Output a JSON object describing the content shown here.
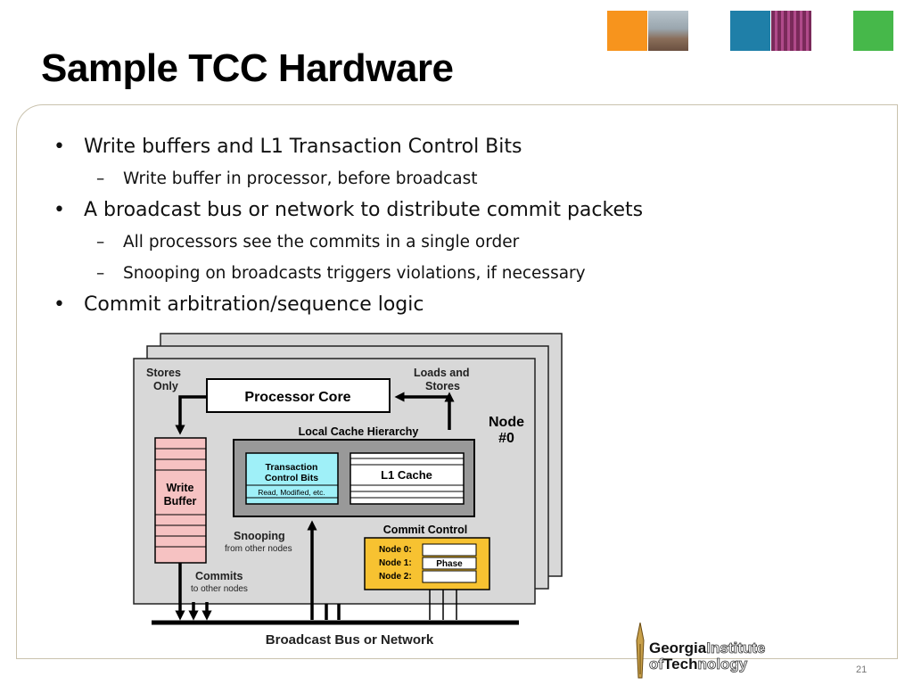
{
  "slide": {
    "title": "Sample TCC Hardware",
    "number": "21"
  },
  "bullets": [
    {
      "level": 1,
      "text": "Write buffers and L1 Transaction Control Bits"
    },
    {
      "level": 2,
      "text": "Write buffer in processor, before broadcast"
    },
    {
      "level": 1,
      "text": "A broadcast bus or network to distribute commit packets"
    },
    {
      "level": 2,
      "text": "All processors see the commits in a single order"
    },
    {
      "level": 2,
      "text": "Snooping on broadcasts triggers violations, if necessary"
    },
    {
      "level": 1,
      "text": "Commit arbitration/sequence logic"
    }
  ],
  "diagram": {
    "stores_only": [
      "Stores",
      "Only"
    ],
    "loads_and_stores": [
      "Loads and",
      "Stores"
    ],
    "processor_core": "Processor Core",
    "node": [
      "Node",
      "#0"
    ],
    "local_cache_hierarchy": "Local Cache Hierarchy",
    "transaction_control_bits": [
      "Transaction",
      "Control Bits"
    ],
    "read_modified": "Read, Modified, etc.",
    "l1_cache": "L1 Cache",
    "write_buffer": [
      "Write",
      "Buffer"
    ],
    "snooping": "Snooping",
    "from_other_nodes": "from other nodes",
    "commit_control": "Commit Control",
    "node_rows": [
      "Node 0:",
      "Node 1:",
      "Node 2:"
    ],
    "phase": "Phase",
    "commits": "Commits",
    "to_other_nodes": "to other nodes",
    "broadcast_bus": "Broadcast Bus or Network"
  },
  "logo": {
    "line1_bold": "Georgia",
    "line1_outline": "Institute",
    "line2_outline1": "of",
    "line2_bold": "Tech",
    "line2_outline2": "nology"
  },
  "colors": {
    "tile_orange": "#f7941d",
    "tile_blue": "#1f7fa8",
    "tile_green": "#46b84a",
    "write_buffer_fill": "#f6c2c2",
    "tcb_fill": "#9ff0f8",
    "commit_fill": "#f7c231"
  }
}
